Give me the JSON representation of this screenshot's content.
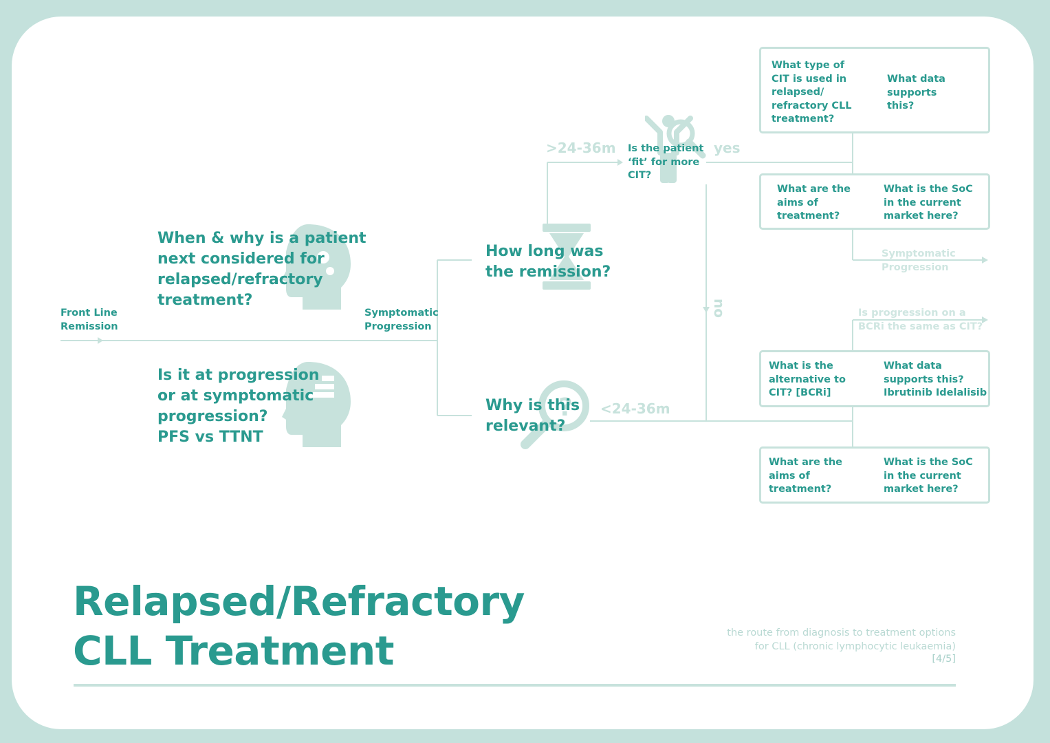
{
  "title": "Relapsed/Refractory\nCLL Treatment",
  "subtitle": "the route from diagnosis to treatment options\nfor CLL (chronic lymphocytic leukaemia)",
  "page_indicator": "[4/5]",
  "colors": {
    "accent": "#2a9a8f",
    "light": "#c7e2dc",
    "background": "#c4e1dc"
  },
  "nodes": {
    "front_line": "Front Line\nRemission",
    "symptomatic_progression": "Symptomatic\nProgression",
    "question_when_why": "When & why is a patient\nnext considered for\nrelapsed/refractory\ntreatment?",
    "question_progression": "Is it at progression\nor at symptomatic\nprogression?\nPFS vs TTNT",
    "how_long": "How long was\nthe remission?",
    "why_relevant": "Why is this\nrelevant?",
    "gt_duration": ">24-36m",
    "lt_duration": "<24-36m",
    "fit_question": "Is the patient\n‘fit’ for more\nCIT?",
    "yes": "yes",
    "no": "no",
    "symptomatic_progression_2": "Symptomatic\nProgression",
    "bcri_question": "Is progression on a\nBCRi the same as CIT?"
  },
  "boxes": {
    "cit_type": {
      "left": "What type of\nCIT is used in\nrelapsed/\nrefractory CLL\ntreatment?",
      "right": "What data\nsupports\nthis?"
    },
    "aims_top": {
      "left": "What are the\naims of\ntreatment?",
      "right": "What is the SoC\nin the current\nmarket here?"
    },
    "alternative": {
      "left": "What is the\nalternative to\nCIT? [BCRi]",
      "right": "What data\nsupports this?\nIbrutinib Idelalisib"
    },
    "aims_bottom": {
      "left": "What are the\naims of\ntreatment?",
      "right": "What is the SoC\nin the current\nmarket here?"
    }
  },
  "icons": [
    "head-gears-icon",
    "head-steps-icon",
    "hourglass-icon",
    "magnifier-question-icon",
    "person-magnifier-icon"
  ]
}
